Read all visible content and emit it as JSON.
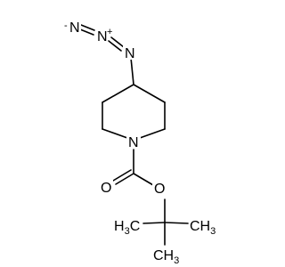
{
  "colors": {
    "background": "#ffffff",
    "ink": "#000000"
  },
  "atoms": {
    "azide_n_terminal": {
      "text": "N",
      "charge": "-"
    },
    "azide_n_central": {
      "text": "N",
      "charge": "+"
    },
    "azide_n_attached": {
      "text": "N"
    },
    "ring_n": {
      "text": "N"
    },
    "carbonyl_o": {
      "text": "O"
    },
    "ester_o": {
      "text": "O"
    },
    "methyl_left": {
      "prefix": "H",
      "sub": "3",
      "suffix": "C"
    },
    "methyl_right": {
      "prefix": "CH",
      "sub": "3"
    },
    "methyl_bottom": {
      "prefix": "CH",
      "sub": "3"
    }
  }
}
